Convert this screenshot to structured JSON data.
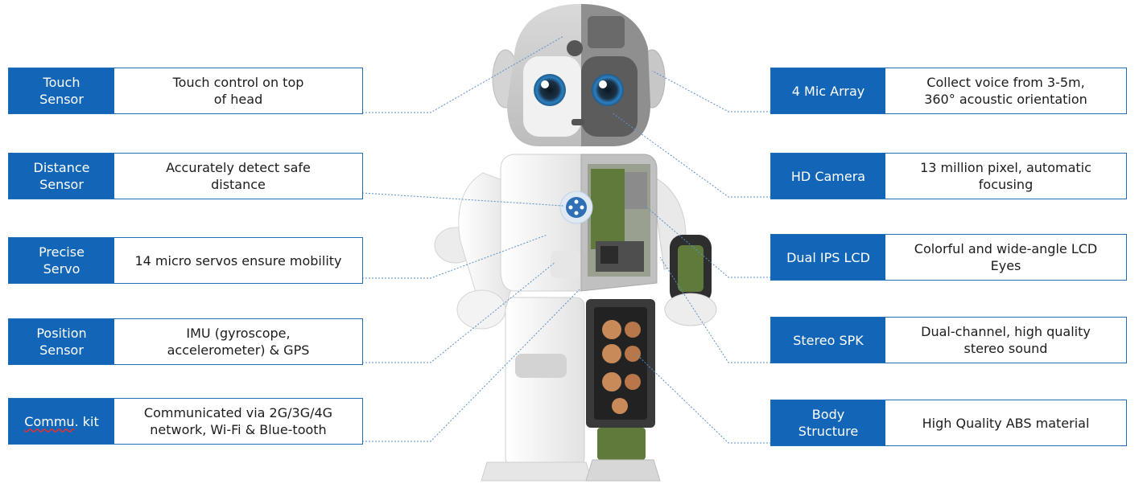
{
  "left_features": [
    {
      "label": "Touch\nSensor",
      "desc": "Touch control on top\nof head"
    },
    {
      "label": "Distance\nSensor",
      "desc": "Accurately detect safe\ndistance"
    },
    {
      "label": "Precise\nServo",
      "desc": "14 micro servos ensure mobility"
    },
    {
      "label": "Position\nSensor",
      "desc": "IMU (gyroscope,\naccelerometer) & GPS"
    },
    {
      "label_underlined": "Commu",
      "label_rest": ". kit",
      "desc": "Communicated via 2G/3G/4G\nnetwork, Wi-Fi & Blue-tooth"
    }
  ],
  "right_features": [
    {
      "label": "4 Mic Array",
      "desc": "Collect voice from 3-5m,\n360° acoustic orientation"
    },
    {
      "label": "HD Camera",
      "desc": "13 million pixel, automatic\nfocusing"
    },
    {
      "label": "Dual IPS LCD",
      "desc": "Colorful and wide-angle LCD\nEyes"
    },
    {
      "label": "Stereo SPK",
      "desc": "Dual-channel, high quality\nstereo sound"
    },
    {
      "label": "Body\nStructure",
      "desc": "High Quality ABS material"
    }
  ],
  "colors": {
    "label_bg": "#1366b7",
    "border": "#1f6fb8",
    "leader_line": "#5b8fc9",
    "robot_shell": "#f2f2f2",
    "robot_grey": "#c9c9c9",
    "eye_blue": "#2c7fc0",
    "copper": "#c98a5a",
    "pcb_green": "#5f7a3a"
  },
  "icons": {
    "robot": "robot-illustration",
    "chest_logo": "chest-logo-icon"
  }
}
